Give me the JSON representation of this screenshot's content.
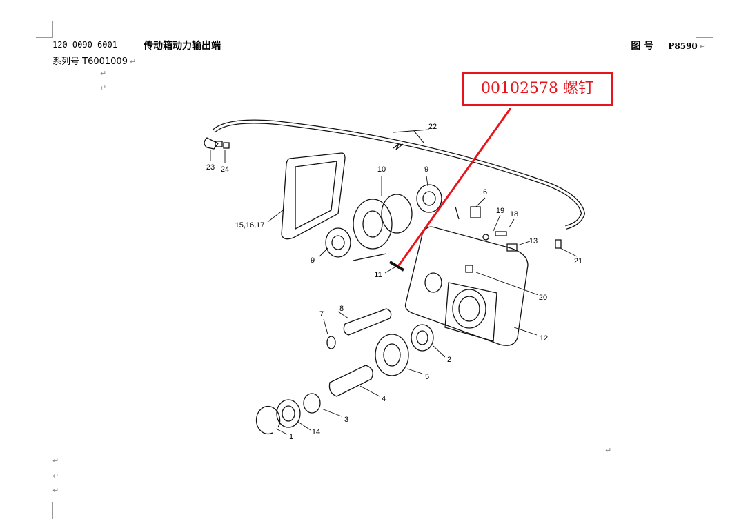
{
  "header": {
    "part_no": "120-0090-6001",
    "title": "传动箱动力输出端",
    "series_label": "系列号 T6001009",
    "figure_label": "图 号",
    "figure_no": "P8590"
  },
  "callout": {
    "text": "00102578  螺钉",
    "color": "#e8141c"
  },
  "part_labels": [
    "22",
    "23",
    "24",
    "10",
    "9",
    "15,16,17",
    "6",
    "19",
    "18",
    "13",
    "21",
    "9",
    "11",
    "20",
    "8",
    "7",
    "12",
    "2",
    "5",
    "4",
    "3",
    "14",
    "1"
  ],
  "paragraph_mark": "↵"
}
